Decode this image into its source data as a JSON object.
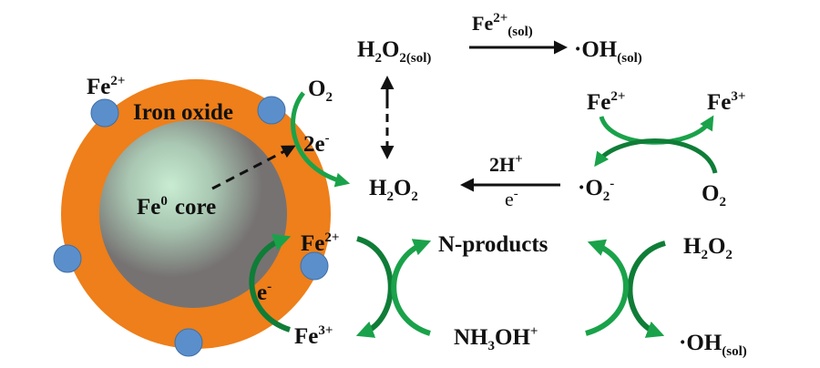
{
  "colors": {
    "shell": "#ee7f1a",
    "core": "#767272",
    "core_glow": "#c8ecd2",
    "dots": "#5b8fcb",
    "green": "#1aa24a",
    "dark_green": "#0f7d37"
  },
  "particle": {
    "shell_label": "Iron oxide",
    "core_label": {
      "base": "Fe",
      "sup": "0",
      "rest": "core"
    },
    "surface_ion": {
      "base": "Fe",
      "sup": "2+"
    },
    "o2": {
      "base": "O",
      "sub": "2"
    },
    "electrons_2": {
      "base": "2e",
      "sup": "-"
    },
    "electron_1": {
      "base": "e",
      "sup": "-"
    }
  },
  "top_reaction": {
    "reactant": {
      "base": "H",
      "sub1": "2",
      "mid": "O",
      "sub2": "2(sol)"
    },
    "catalyst": {
      "base": "Fe",
      "sup": "2+",
      "sub": "(sol)"
    },
    "product": {
      "base": "·OH",
      "sub": "(sol)"
    }
  },
  "middle": {
    "h2o2": {
      "base": "H",
      "sub1": "2",
      "mid": "O",
      "sub2": "2"
    },
    "arrow_top": {
      "base": "2H",
      "sup": "+"
    },
    "arrow_bottom": {
      "base": "e",
      "sup": "-"
    },
    "superoxide": {
      "base": "·O",
      "sub": "2",
      "sup": "-"
    },
    "fe2": {
      "base": "Fe",
      "sup": "2+"
    },
    "fe3": {
      "base": "Fe",
      "sup": "3+"
    },
    "o2": {
      "base": "O",
      "sub": "2"
    }
  },
  "bottom": {
    "fe2": {
      "base": "Fe",
      "sup": "2+"
    },
    "fe3": {
      "base": "Fe",
      "sup": "3+"
    },
    "n_products": "N-products",
    "hydroxylamine": {
      "base": "NH",
      "sub": "3",
      "rest": "OH",
      "sup": "+"
    },
    "h2o2": {
      "base": "H",
      "sub1": "2",
      "mid": "O",
      "sub2": "2"
    },
    "oh": {
      "base": "·OH",
      "sub": "(sol)"
    }
  }
}
